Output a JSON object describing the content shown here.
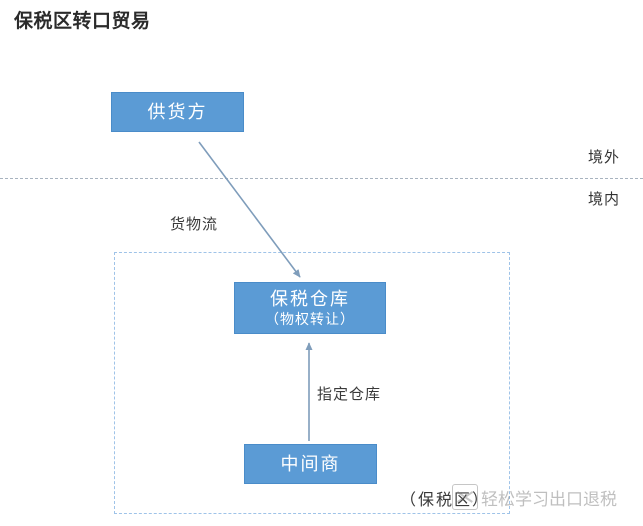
{
  "diagram": {
    "title": "保税区转口贸易",
    "regions": {
      "overseas_label": "境外",
      "domestic_label": "境内"
    },
    "nodes": {
      "supplier": {
        "label": "供货方"
      },
      "warehouse": {
        "label": "保税仓库",
        "sublabel": "（物权转让）"
      },
      "intermediary": {
        "label": "中间商"
      }
    },
    "edges": {
      "goods_flow": "货物流",
      "designated_warehouse": "指定仓库"
    },
    "zone": {
      "label": "（保税区）"
    },
    "watermark": {
      "text": "轻松学习出口退税",
      "logo": "bowtie-logo-icon"
    },
    "colors": {
      "node_fill": "#5b9bd5",
      "node_border": "#4a8cc9",
      "node_text": "#ffffff",
      "arrow": "#7f9dbb",
      "zone_border": "#9fc3e8",
      "divider": "#9aa6b4",
      "title_text": "#2b2b2b"
    }
  }
}
